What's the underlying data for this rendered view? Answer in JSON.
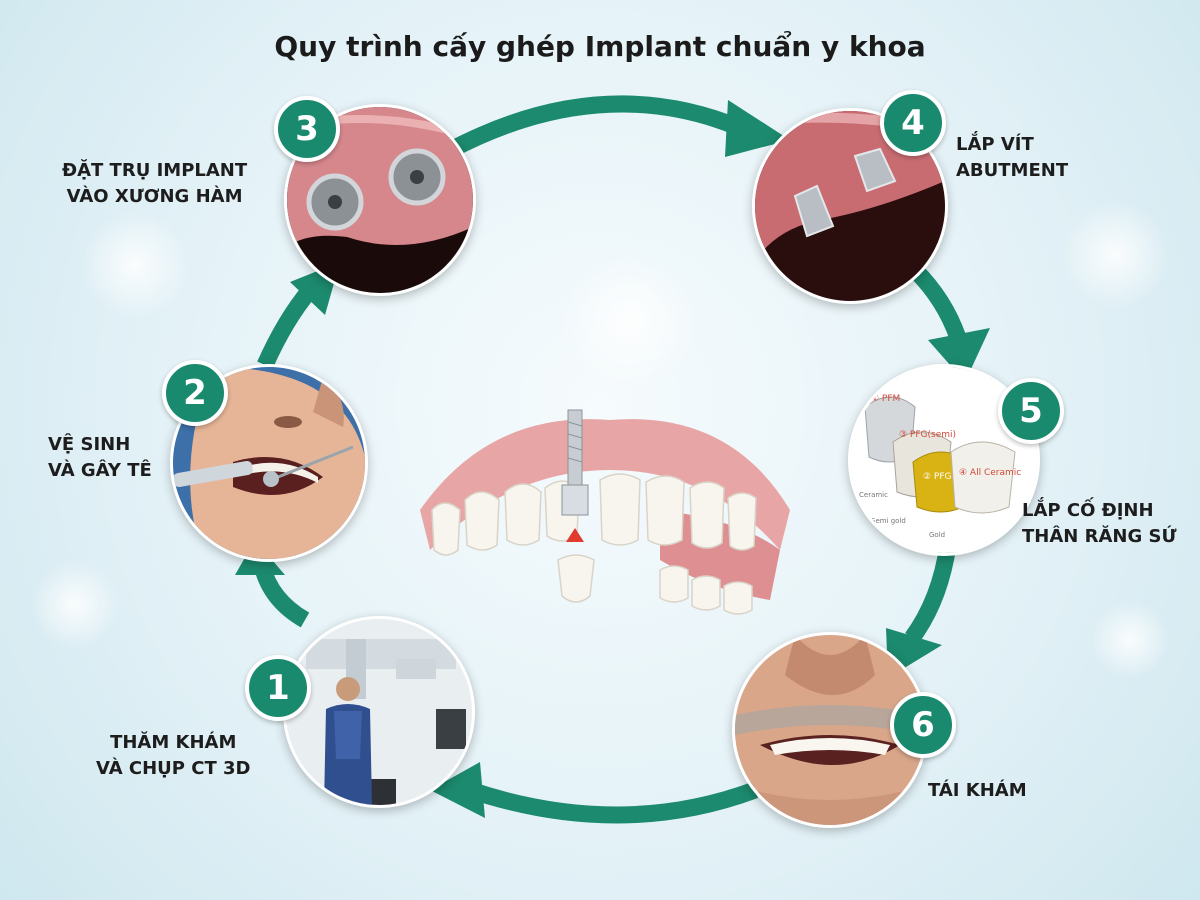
{
  "title": "Quy trình cấy ghép Implant chuẩn y khoa",
  "steps": [
    {
      "number": "1",
      "label_line1": "THĂM KHÁM",
      "label_line2": "VÀ CHỤP CT 3D"
    },
    {
      "number": "2",
      "label_line1": "VỆ SINH",
      "label_line2": "VÀ GÂY TÊ"
    },
    {
      "number": "3",
      "label_line1": "ĐẶT TRỤ IMPLANT",
      "label_line2": "VÀO XƯƠNG HÀM"
    },
    {
      "number": "4",
      "label_line1": "LẮP VÍT",
      "label_line2": "ABUTMENT"
    },
    {
      "number": "5",
      "label_line1": "LẮP CỐ ĐỊNH",
      "label_line2": "THÂN RĂNG SỨ"
    },
    {
      "number": "6",
      "label_line1": "TÁI KHÁM",
      "label_line2": ""
    }
  ],
  "crown_labels": {
    "pfm": "① PFM",
    "pfg_semi": "③ PFG(semi)",
    "pfg": "② PFG",
    "all_ceramic": "④ All Ceramic",
    "ceramic": "Ceramic",
    "semi_gold": "Semi gold",
    "gold": "Gold"
  },
  "colors": {
    "accent": "#1a8a6f",
    "arrow": "#1c8a6e",
    "text": "#1d1d1d"
  }
}
